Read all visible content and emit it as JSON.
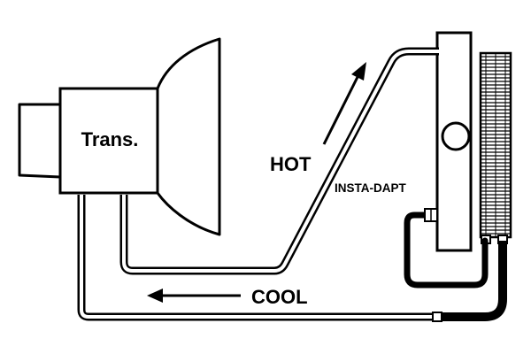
{
  "labels": {
    "transmission": "Trans.",
    "hot": "HOT",
    "cool": "COOL",
    "adapter": "INSTA-DAPT"
  },
  "colors": {
    "line": "#000000",
    "background": "#ffffff"
  }
}
